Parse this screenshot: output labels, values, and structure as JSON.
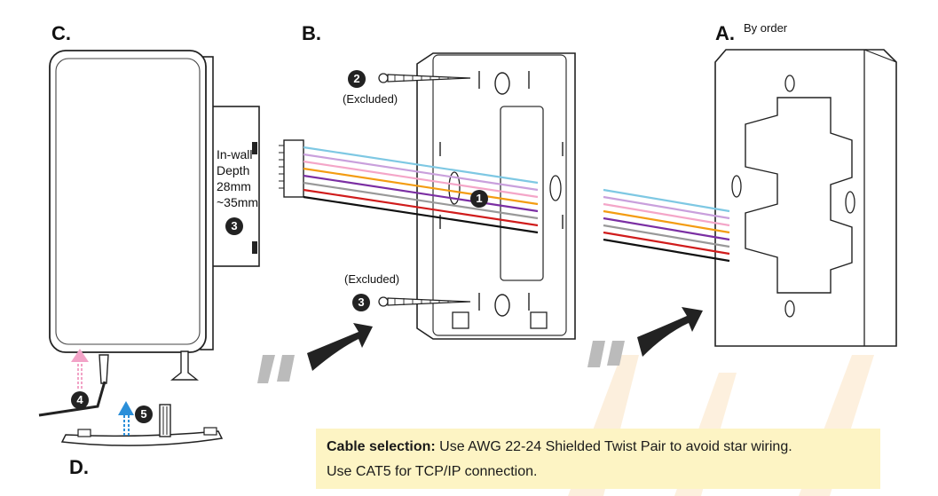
{
  "steps": {
    "a": "A.",
    "b": "B.",
    "c": "C.",
    "d": "D."
  },
  "a_note": "By order",
  "excluded_label": "(Excluded)",
  "in_wall": {
    "line1": "In-wall",
    "line2": "Depth",
    "line3": "28mm",
    "line4": "~35mm"
  },
  "markers": [
    "1",
    "2",
    "3",
    "3",
    "4",
    "5"
  ],
  "cable_note": {
    "heading": "Cable selection:",
    "text1": " Use AWG 22-24 Shielded Twist Pair to avoid star wiring.",
    "text2": "Use CAT5 for TCP/IP connection."
  },
  "colors": {
    "wires": [
      "#7ec8e3",
      "#c9a0dc",
      "#f4a6c8",
      "#f39c12",
      "#7b2fa3",
      "#999999",
      "#d01c1c",
      "#111111"
    ],
    "note_background": "#fdf4c4",
    "arrow_up_pink": "#f2a3c7",
    "arrow_up_blue": "#2b8fd9",
    "watermark": "#fbe3c2"
  }
}
